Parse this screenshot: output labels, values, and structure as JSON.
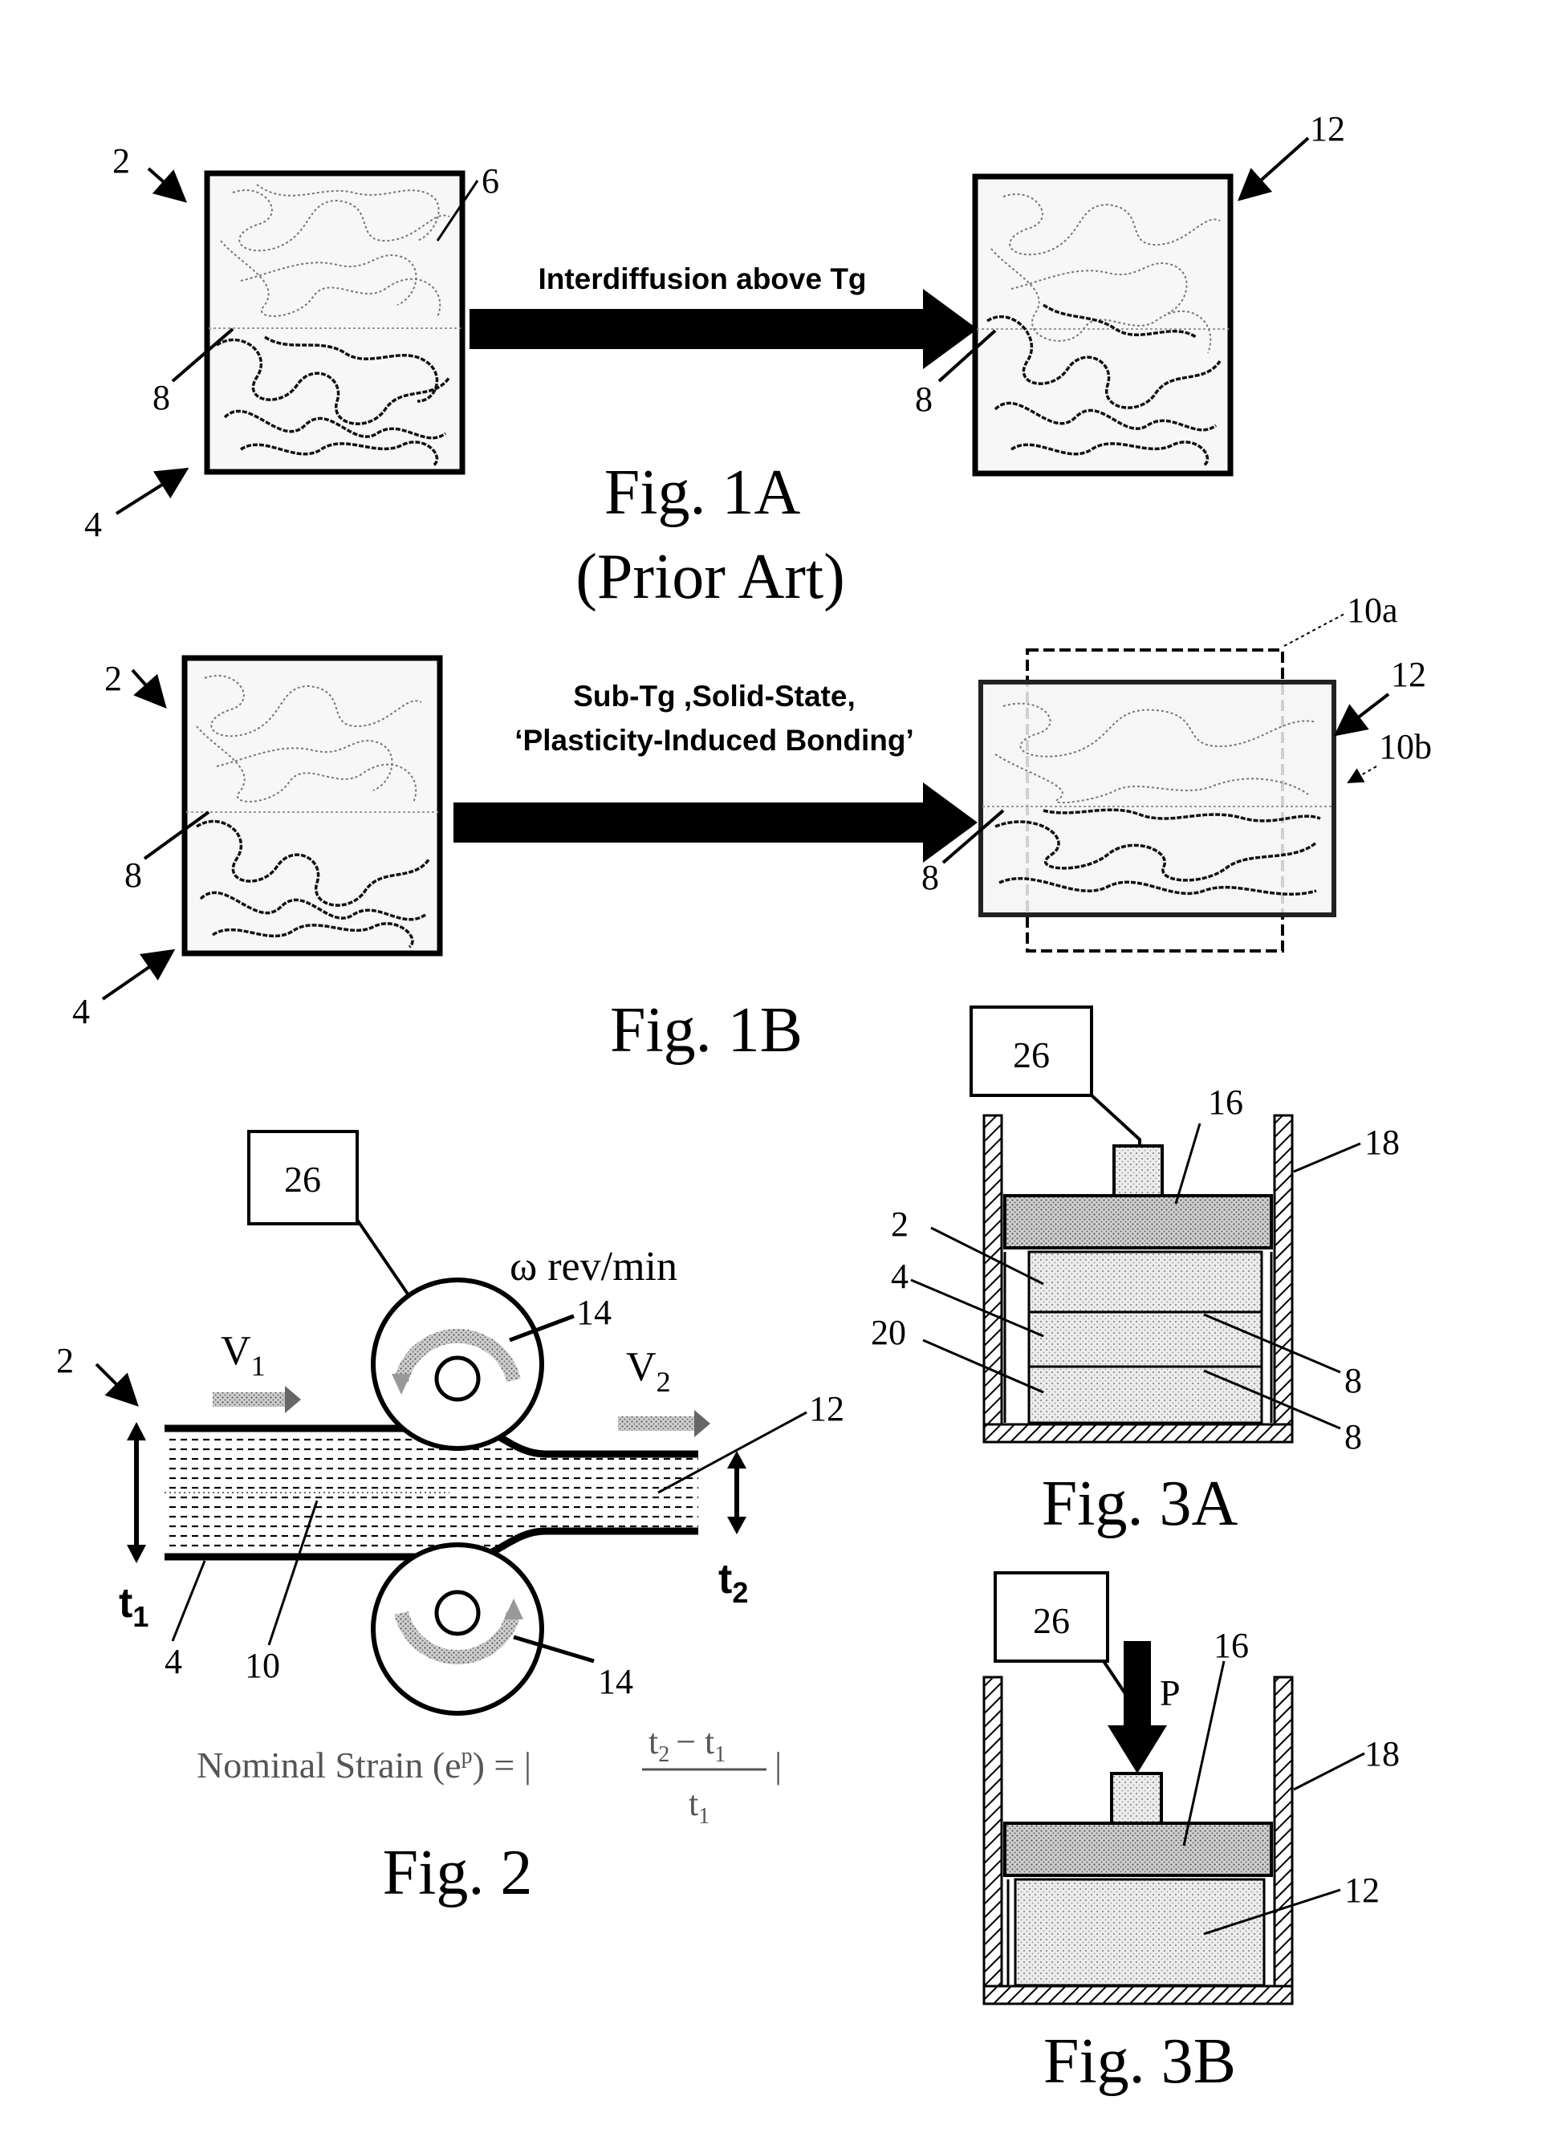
{
  "fig1a": {
    "caption": "Fig. 1A",
    "subcaption": "(Prior Art)",
    "arrow_text": "Interdiffusion above Tg",
    "labels": {
      "upper": "2",
      "lower": "4",
      "top_layer": "6",
      "interface": "8",
      "interface_result": "8",
      "result": "12"
    }
  },
  "fig1b": {
    "caption": "Fig. 1B",
    "arrow_text_line1": "Sub-Tg ,Solid-State,",
    "arrow_text_line2": "‘Plasticity-Induced Bonding’",
    "labels": {
      "upper": "2",
      "lower": "4",
      "interface": "8",
      "interface_result": "8",
      "dashed_frame": "10a",
      "result": "12",
      "result_frame": "10b"
    }
  },
  "fig2": {
    "caption": "Fig. 2",
    "controller": "26",
    "rotation_label": "ω rev/min",
    "v1": "V",
    "v1_sub": "1",
    "v2": "V",
    "v2_sub": "2",
    "t1": "t",
    "t1_sub": "1",
    "t2": "t",
    "t2_sub": "2",
    "formula_lhs": "Nominal Strain (e",
    "formula_sup": "p",
    "formula_mid": ") = |",
    "formula_num": "t",
    "formula_num_sub2": "2",
    "formula_minus": "− t",
    "formula_num_sub1": "1",
    "formula_den": "t",
    "formula_den_sub": "1",
    "formula_end": "|",
    "labels": {
      "sheet": "2",
      "lower": "4",
      "interface": "10",
      "bonded": "12",
      "roller_top": "14",
      "roller_bottom": "14"
    }
  },
  "fig3a": {
    "caption": "Fig. 3A",
    "labels": {
      "controller": "26",
      "platen": "16",
      "wall": "18",
      "layer_top": "2",
      "layer_mid": "4",
      "spacer": "20",
      "interface_1": "8",
      "interface_2": "8"
    }
  },
  "fig3b": {
    "caption": "Fig. 3B",
    "labels": {
      "controller": "26",
      "pressure": "P",
      "platen": "16",
      "wall": "18",
      "bonded": "12"
    }
  }
}
